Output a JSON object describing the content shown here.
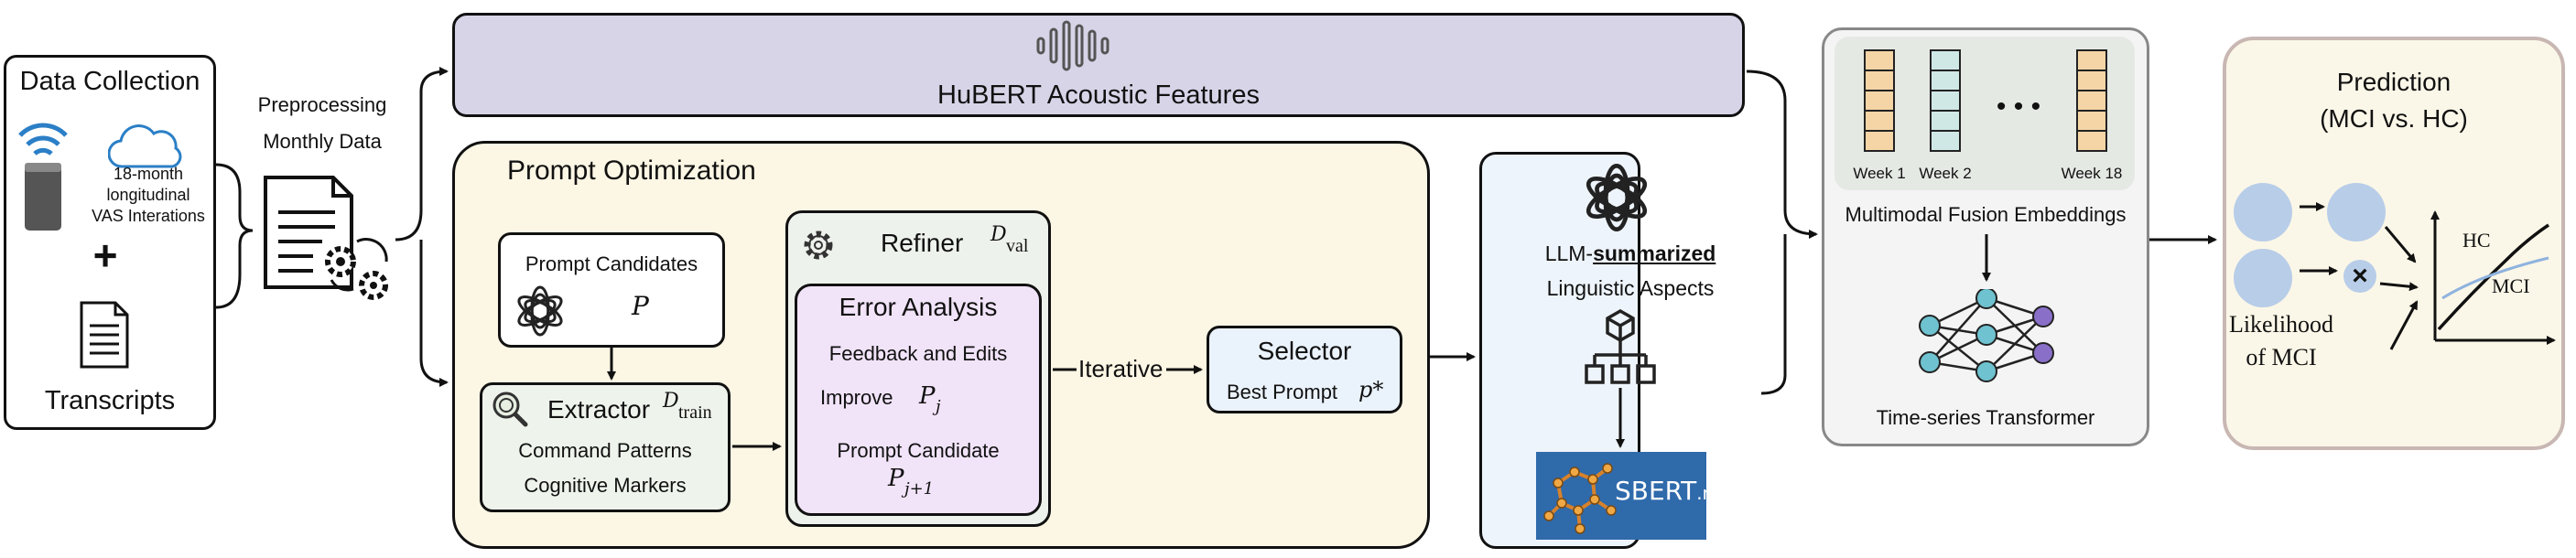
{
  "data_collection": {
    "title": "Data Collection",
    "cloud_caption": [
      "18-month",
      "longitudinal",
      "VAS Interations"
    ],
    "plus": "+",
    "transcripts": "Transcripts"
  },
  "preprocessing": {
    "line1": "Preprocessing",
    "line2": "Monthly Data"
  },
  "hubert": {
    "title": "HuBERT Acoustic Features"
  },
  "prompt_opt": {
    "title": "Prompt Optimization",
    "candidates": {
      "title": "Prompt Candidates",
      "symbol": "P"
    },
    "extractor": {
      "title": "Extractor",
      "subscript_base": "D",
      "subscript": "train",
      "line1": "Command Patterns",
      "line2": "Cognitive Markers"
    },
    "refiner": {
      "title": "Refiner",
      "subscript_base": "D",
      "subscript": "val"
    },
    "error": {
      "title": "Error Analysis",
      "line1": "Feedback and Edits",
      "improve": "Improve",
      "pj": "P",
      "pj_sub": "j",
      "candidate": "Prompt Candidate",
      "pj1": "P",
      "pj1_sub": "j+1"
    },
    "iterative": "Iterative",
    "selector": {
      "title": "Selector",
      "best": "Best Prompt",
      "pstar": "p*"
    }
  },
  "llm": {
    "line1_prefix": "LLM-",
    "line1_emph": "summarized",
    "line2": "Linguistic Aspects",
    "sbert": "SBERT",
    "sbert_suffix": ".net"
  },
  "fusion": {
    "weeks": [
      "Week 1",
      "Week 2",
      "Week 18"
    ],
    "dots": "• • •",
    "title": "Multimodal Fusion Embeddings",
    "transformer": "Time-series Transformer"
  },
  "prediction": {
    "title1": "Prediction",
    "title2": "(MCI vs. HC)",
    "likelihood1": "Likelihood",
    "likelihood2": "of MCI",
    "hc": "HC",
    "mci": "MCI",
    "times": "×"
  },
  "colors": {
    "hubert_bg": "#d8d4e8",
    "prompt_bg": "#fcf6e4",
    "llm_bg": "#eef4fb",
    "fusion_bg": "#f4f4f4",
    "pred_bg": "#fbf7e8",
    "pred_border": "#c8b7b3",
    "error_bg": "#f1e3f8",
    "extractor_bg": "#eef4ec",
    "refiner_bg": "#eef2ec",
    "selector_bg": "#eaf2fb",
    "week_orange": "#f5d5a6",
    "week_teal": "#cfe8e6",
    "node_blue": "#b8cde8"
  }
}
